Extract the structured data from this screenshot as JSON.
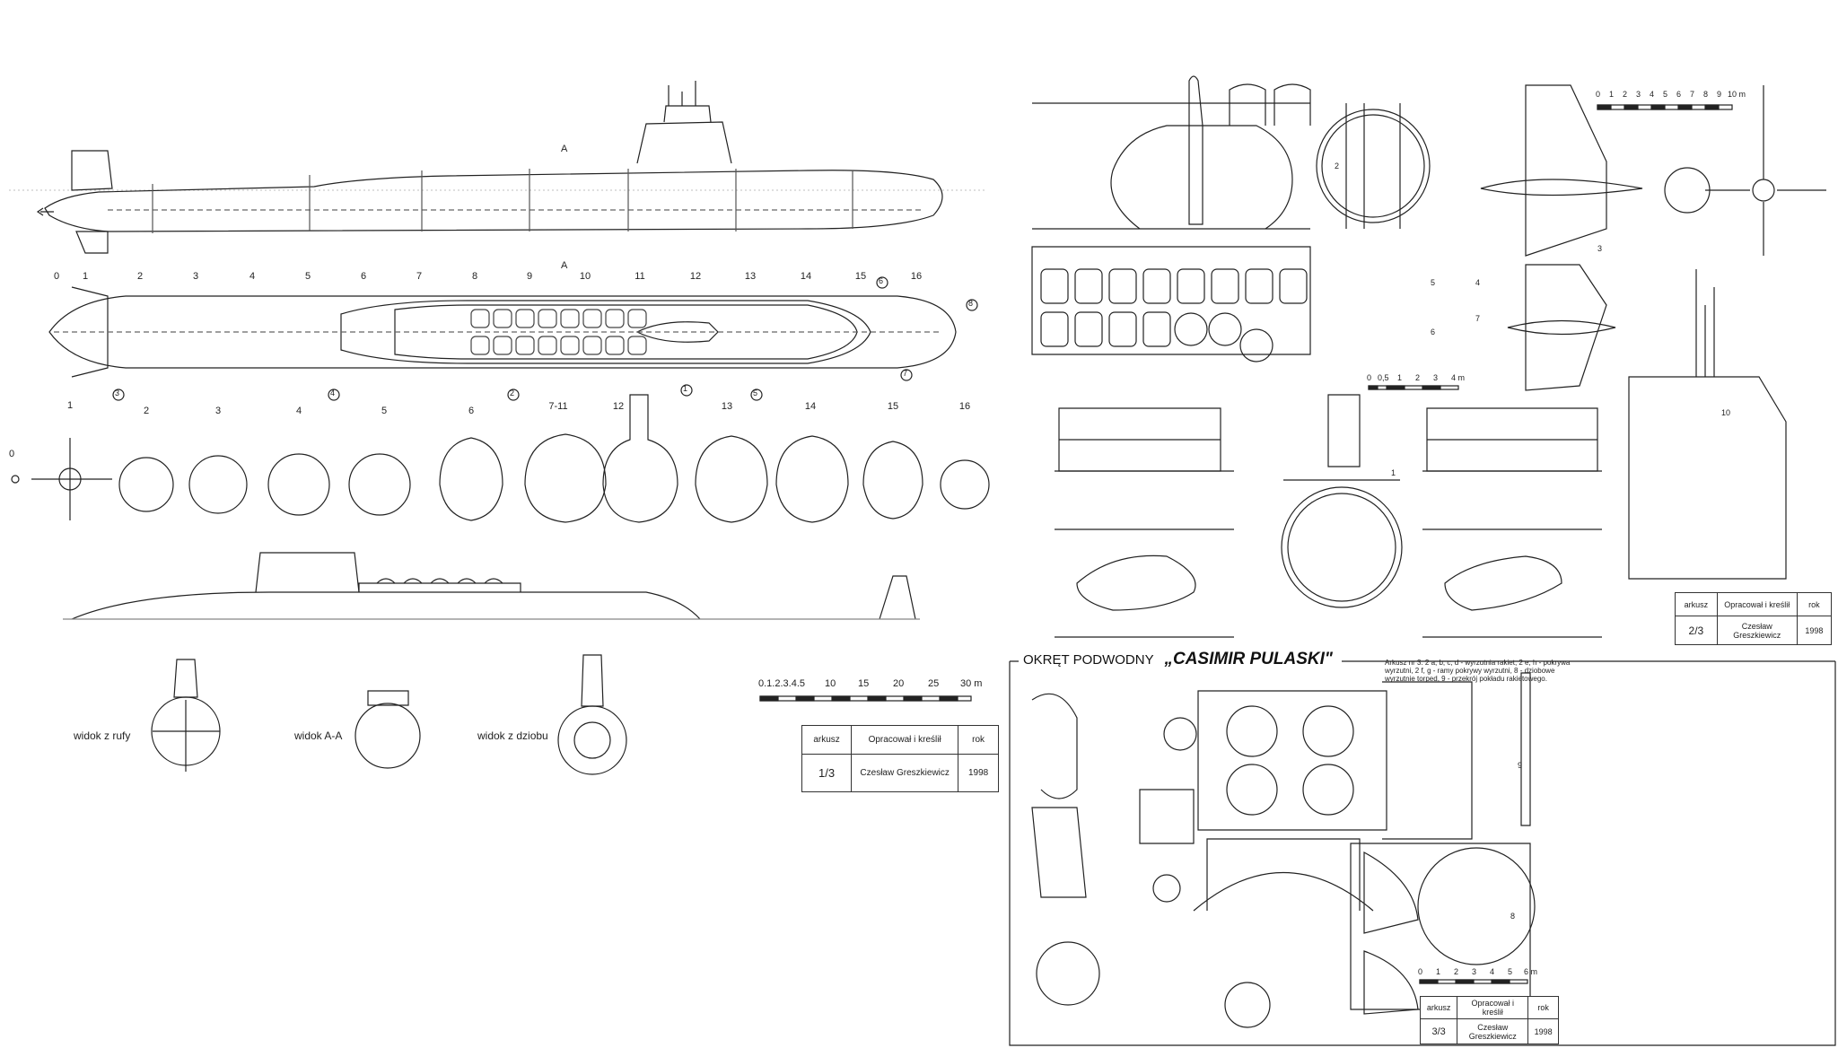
{
  "frames": {
    "side_top": [
      "0",
      "1",
      "2",
      "3",
      "4",
      "5",
      "6",
      "7",
      "8",
      "9",
      "10",
      "11",
      "12",
      "13",
      "14",
      "15",
      "16"
    ],
    "plan": [
      "1",
      "2",
      "3",
      "4",
      "5",
      "6",
      "7-11",
      "12",
      "13",
      "14",
      "15",
      "16"
    ]
  },
  "section_mark": "A",
  "section_origin": "0",
  "views": {
    "stern": "widok z rufy",
    "section": "widok A-A",
    "bow": "widok z dziobu"
  },
  "scale1": {
    "labels": [
      "0.1.2.3.4.5",
      "10",
      "15",
      "20",
      "25",
      "30 m"
    ]
  },
  "scale2": {
    "labels": [
      "0",
      "1",
      "2",
      "3",
      "4",
      "5",
      "6",
      "7",
      "8",
      "9",
      "10 m"
    ]
  },
  "scale3": {
    "labels": [
      "0",
      "0,5",
      "1",
      "2",
      "3",
      "4 m"
    ]
  },
  "scale4": {
    "labels": [
      "0",
      "1",
      "2",
      "3",
      "4",
      "5",
      "6 m"
    ]
  },
  "sheets": [
    {
      "h_sheet": "arkusz",
      "h_author": "Opracował i kreślił",
      "h_year": "rok",
      "sheet": "1/3",
      "author": "Czesław Greszkiewicz",
      "year": "1998"
    },
    {
      "h_sheet": "arkusz",
      "h_author": "Opracował i kreślił",
      "h_year": "rok",
      "sheet": "2/3",
      "author": "Czesław Greszkiewicz",
      "year": "1998"
    },
    {
      "h_sheet": "arkusz",
      "h_author": "Opracował i kreślił",
      "h_year": "rok",
      "sheet": "3/3",
      "author": "Czesław Greszkiewicz",
      "year": "1998"
    }
  ],
  "title": {
    "prefix": "OKRĘT PODWODNY",
    "name": "„CASIMIR PULASKI\""
  },
  "notes": "Arkusz nr 3: 2 a, b, c, d - wyrzutnia rakiet, 2 e, h - pokrywa wyrzutni, 2 f, g - ramy pokrywy wyrzutni, 8 - dziobowe wyrzutnie torped, 9 - przekrój pokładu rakietowego.",
  "callouts": [
    "1",
    "2",
    "3",
    "4",
    "5",
    "6",
    "7",
    "8",
    "9",
    "10"
  ]
}
